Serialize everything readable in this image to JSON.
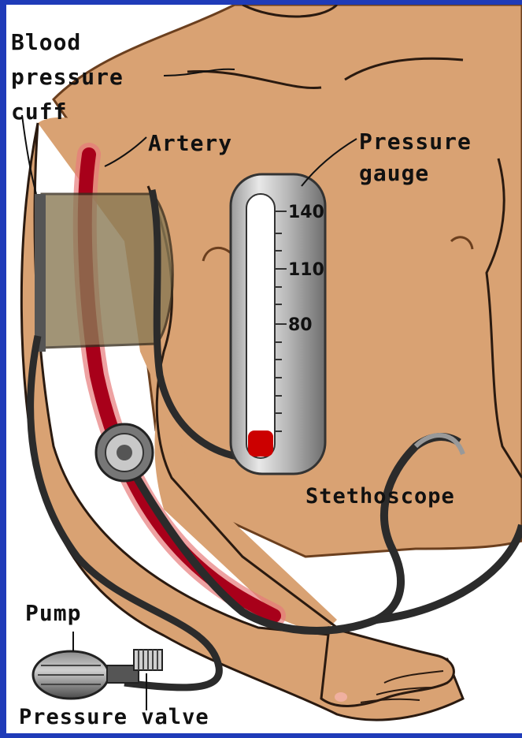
{
  "labels": {
    "cuff_line1": "Blood",
    "cuff_line2": "pressure",
    "cuff_line3": "cuff",
    "artery": "Artery",
    "gauge_line1": "Pressure",
    "gauge_line2": "gauge",
    "stethoscope": "Stethoscope",
    "pump": "Pump",
    "valve": "Pressure valve"
  },
  "gauge": {
    "scale": [
      "140",
      "110",
      "80"
    ],
    "mercury_color": "#cc0000"
  },
  "colors": {
    "frame": "#1f3bb8",
    "skin": "#d9a273",
    "skin_shadow": "#b97c50",
    "artery": "#a8001a",
    "cuff": "#8a7a55",
    "tube": "#2b2b2b"
  }
}
